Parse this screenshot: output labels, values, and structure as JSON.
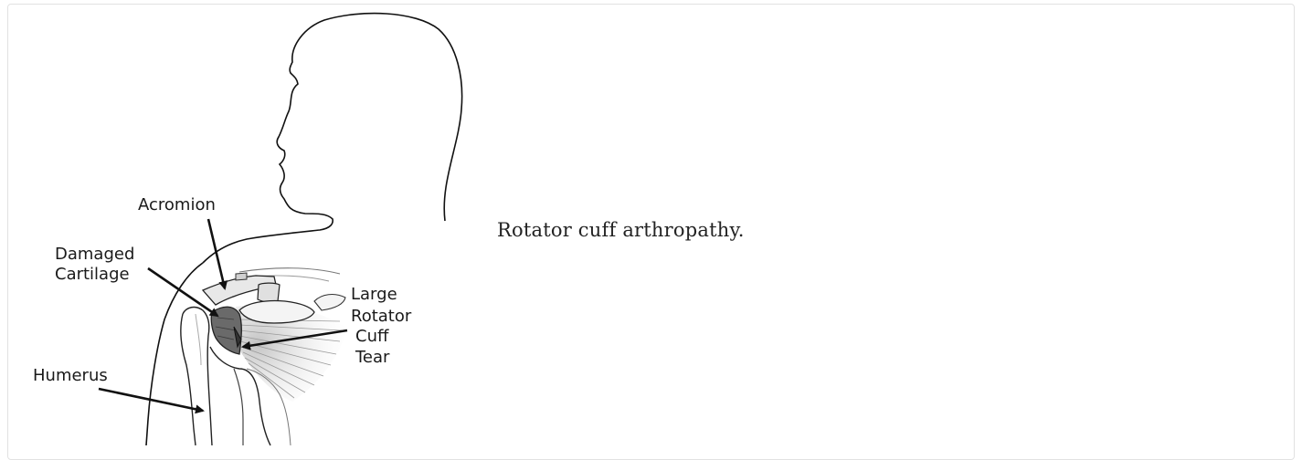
{
  "figure": {
    "labels": {
      "acromion": "Acromion",
      "damaged_line1": "Damaged",
      "damaged_line2": "Cartilage",
      "humerus": "Humerus",
      "tear_line1": "Large",
      "tear_line2": "Rotator",
      "tear_line3": "Cuff",
      "tear_line4": "Tear"
    }
  },
  "caption": {
    "text": "Rotator cuff arthropathy."
  }
}
